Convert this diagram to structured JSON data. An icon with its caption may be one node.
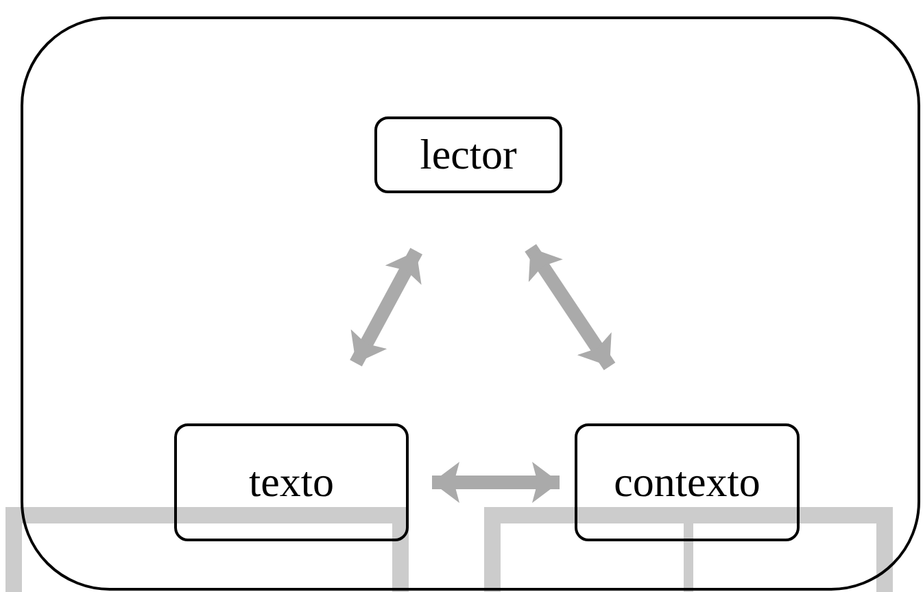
{
  "diagram": {
    "nodes": [
      {
        "text": [],
        "shape": "box"
      },
      {
        "text": [
          "lector"
        ],
        "in": 0
      },
      {
        "text": [
          "texto"
        ],
        "in": 0
      },
      {
        "text": [
          "contexto"
        ],
        "in": 0
      }
    ],
    "edges": [
      {
        "from": 1,
        "to": 2,
        "arrow": "both"
      },
      {
        "from": 1,
        "to": 3,
        "arrow": "both"
      },
      {
        "from": 2,
        "to": 3,
        "arrow": "both"
      }
    ]
  }
}
